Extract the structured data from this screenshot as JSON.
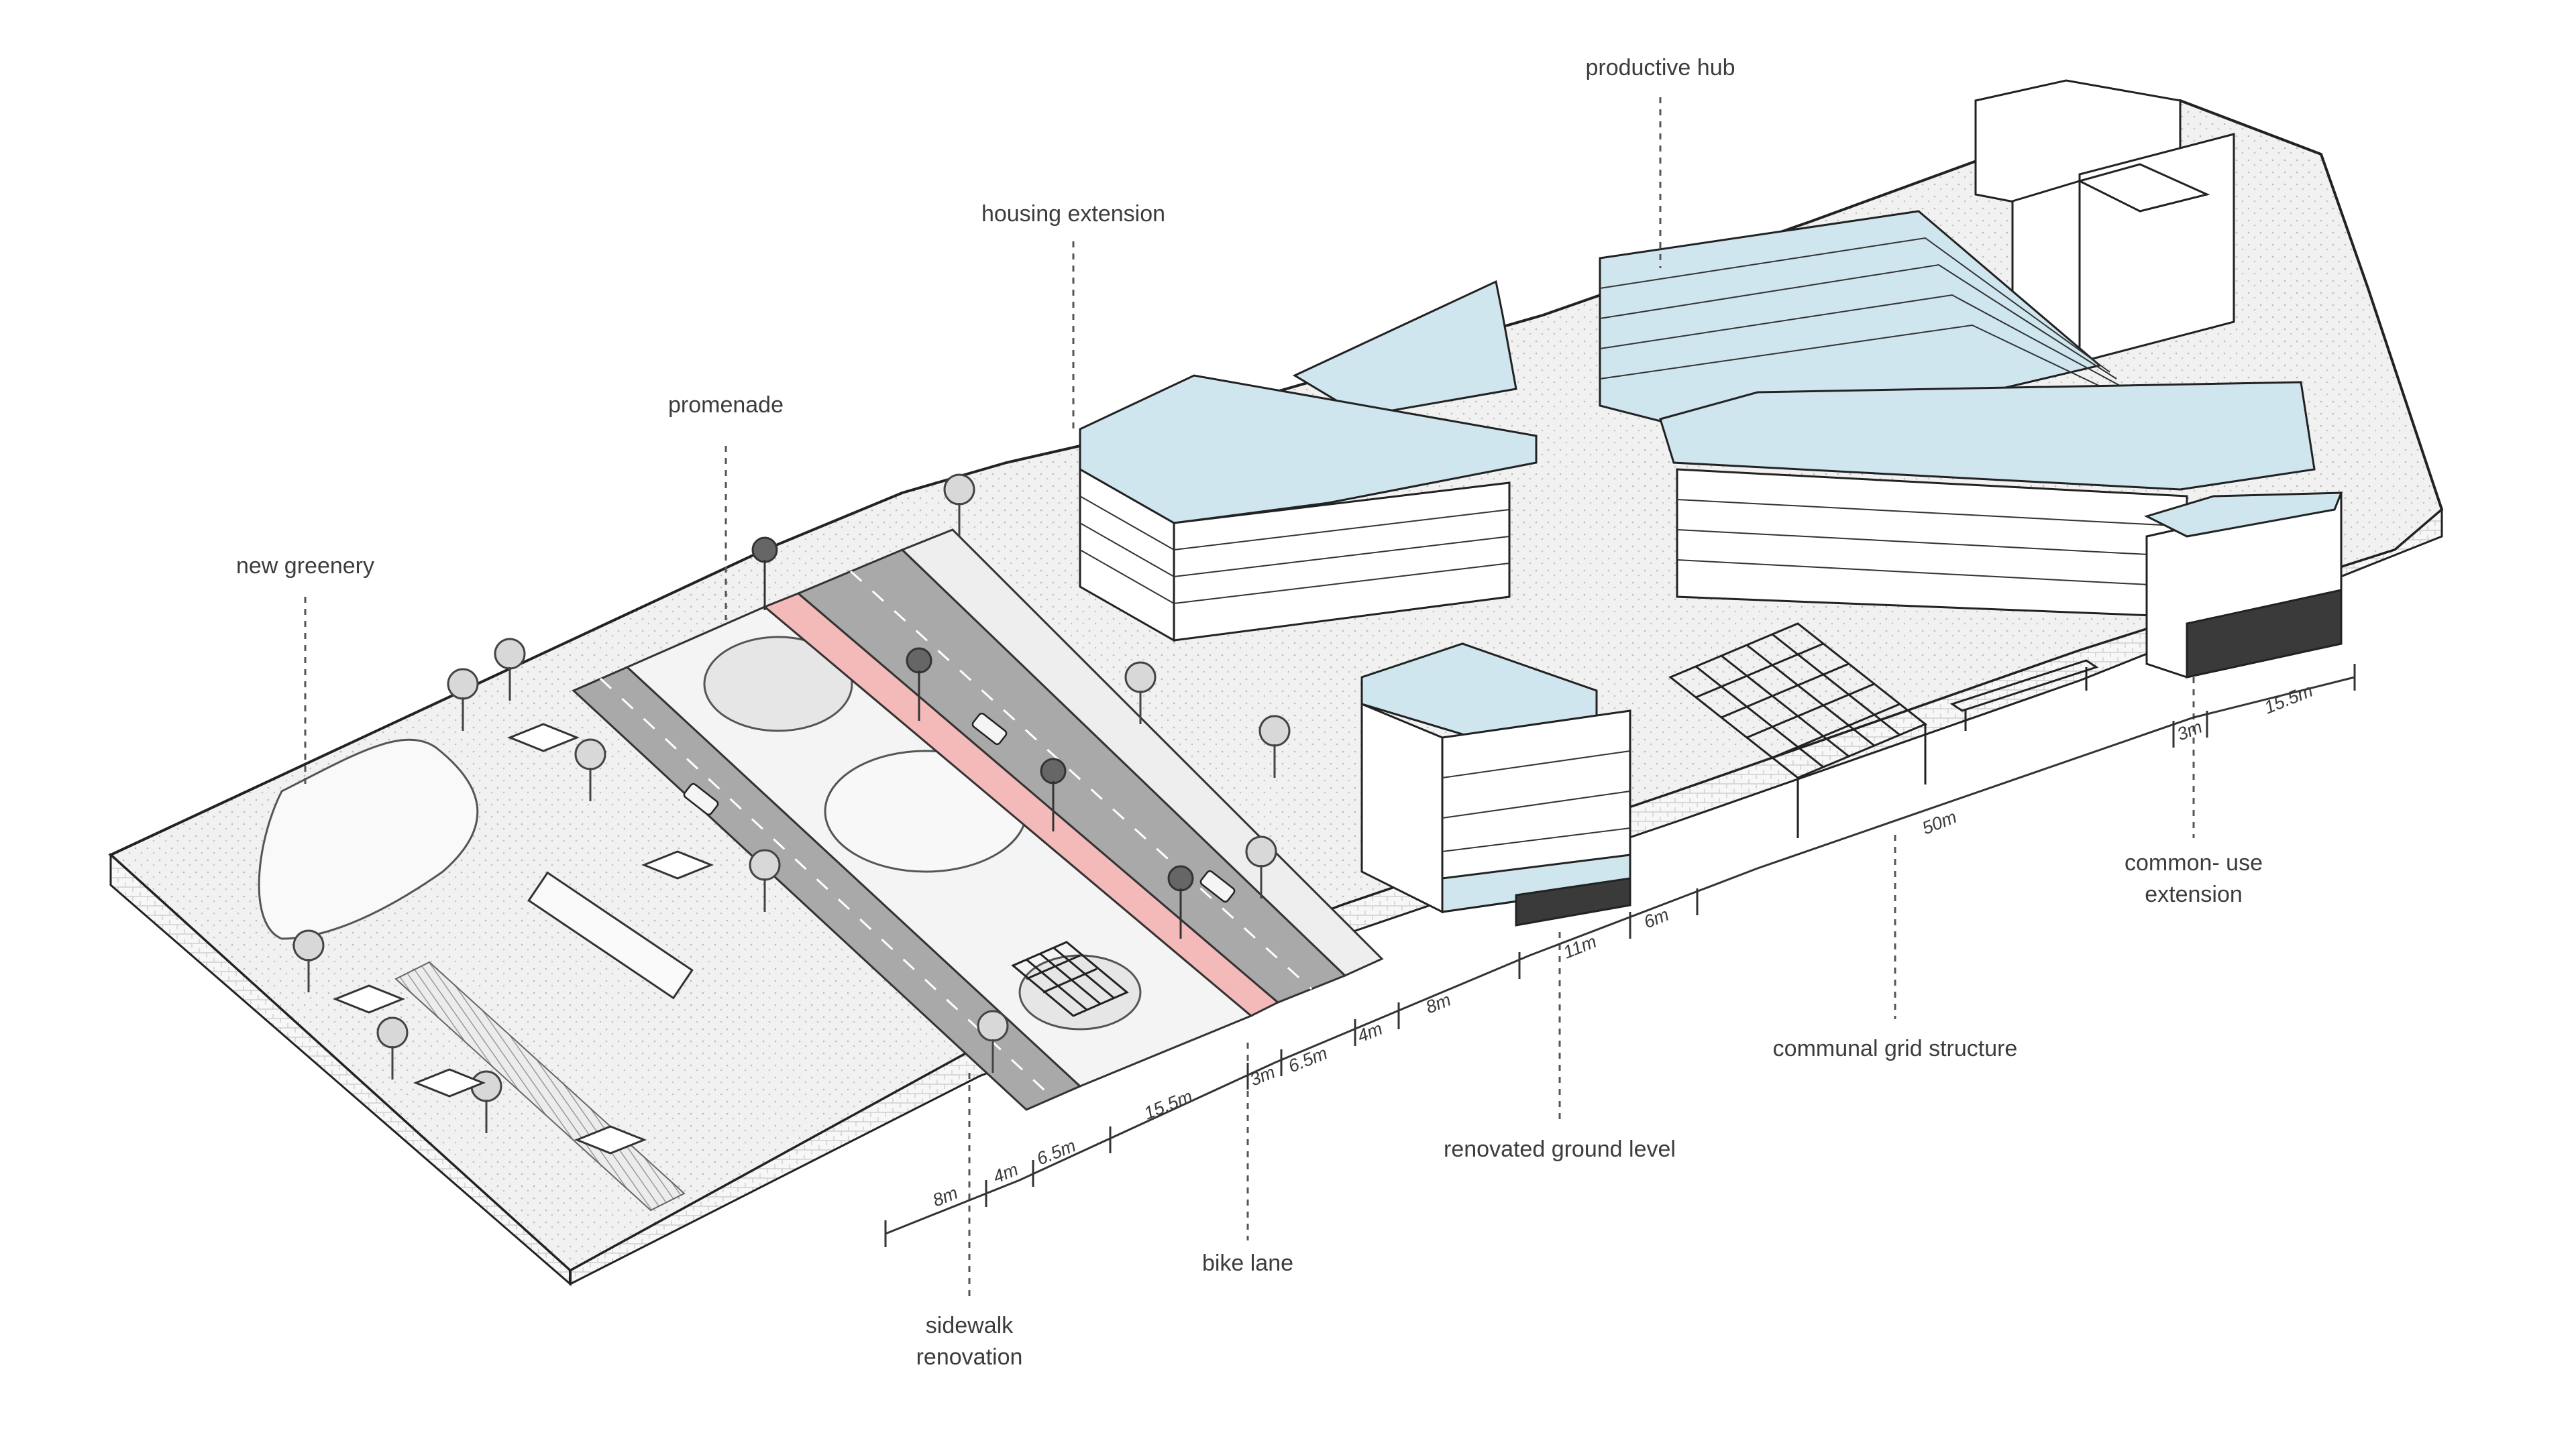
{
  "labels": {
    "new_greenery": "new greenery",
    "promenade": "promenade",
    "housing_extension": "housing extension",
    "productive_hub": "productive hub",
    "sidewalk_renovation_1": "sidewalk",
    "sidewalk_renovation_2": "renovation",
    "bike_lane": "bike lane",
    "renovated_ground_level": "renovated ground level",
    "communal_grid_structure": "communal grid structure",
    "common_use_extension_1": "common- use",
    "common_use_extension_2": "extension"
  },
  "dimensions": {
    "d1": "8m",
    "d2": "4m",
    "d3": "6.5m",
    "d4": "15.5m",
    "d5": "3m",
    "d6": "6.5m",
    "d7": "4m",
    "d8": "8m",
    "d9": "11m",
    "d10": "6m",
    "d11": "50m",
    "d12": "3m",
    "d13": "15.5m"
  },
  "colors": {
    "glass": "#cfe6ef",
    "bike_lane": "#f4b9b9",
    "road": "#a9a9a9",
    "paving": "#f1f1f1",
    "ground_accent": "#3a3a3a"
  }
}
